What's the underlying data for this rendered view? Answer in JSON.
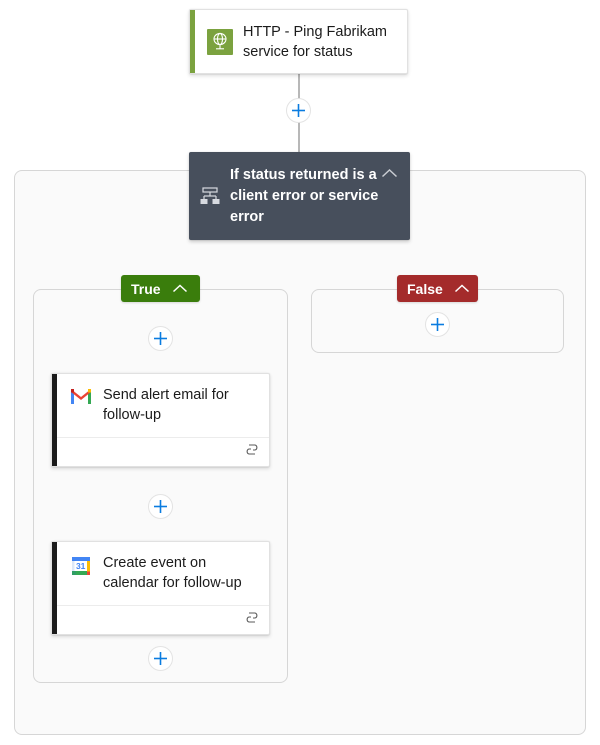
{
  "theme": {
    "background": "#ffffff",
    "scope_fill": "#fafafa",
    "scope_border": "#d6d6d6",
    "card_bg": "#ffffff",
    "connector": "#a6a6a6",
    "plus_blue": "#0a7ce0",
    "condition_bg": "#474f5c",
    "true_green": "#3a7d0c",
    "false_red": "#a42b2b",
    "http_accent": "#7ba23f",
    "action_accent": "#1b1b1b"
  },
  "trigger": {
    "title": "HTTP - Ping Fabrikam service for status",
    "icon": "http-globe-icon",
    "accent_color": "#7ba23f"
  },
  "condition": {
    "title": "If status returned is a client error or service error",
    "icon": "condition-branch-icon",
    "collapse_icon": "chevron-up-icon"
  },
  "branches": [
    {
      "label": "True",
      "color": "#3a7d0c",
      "collapse_icon": "chevron-up-icon",
      "actions": [
        {
          "title": "Send alert email for follow-up",
          "icon": "gmail-icon",
          "footer_icon": "connection-link-icon"
        },
        {
          "title": "Create event on calendar for follow-up",
          "icon": "google-calendar-icon",
          "footer_icon": "connection-link-icon"
        }
      ]
    },
    {
      "label": "False",
      "color": "#a42b2b",
      "collapse_icon": "chevron-up-icon",
      "actions": []
    }
  ],
  "add_buttons": [
    {
      "name": "add-step-after-trigger",
      "label": "+"
    },
    {
      "name": "add-step-true-top",
      "label": "+"
    },
    {
      "name": "add-step-true-middle",
      "label": "+"
    },
    {
      "name": "add-step-true-bottom",
      "label": "+"
    },
    {
      "name": "add-step-false",
      "label": "+"
    }
  ]
}
